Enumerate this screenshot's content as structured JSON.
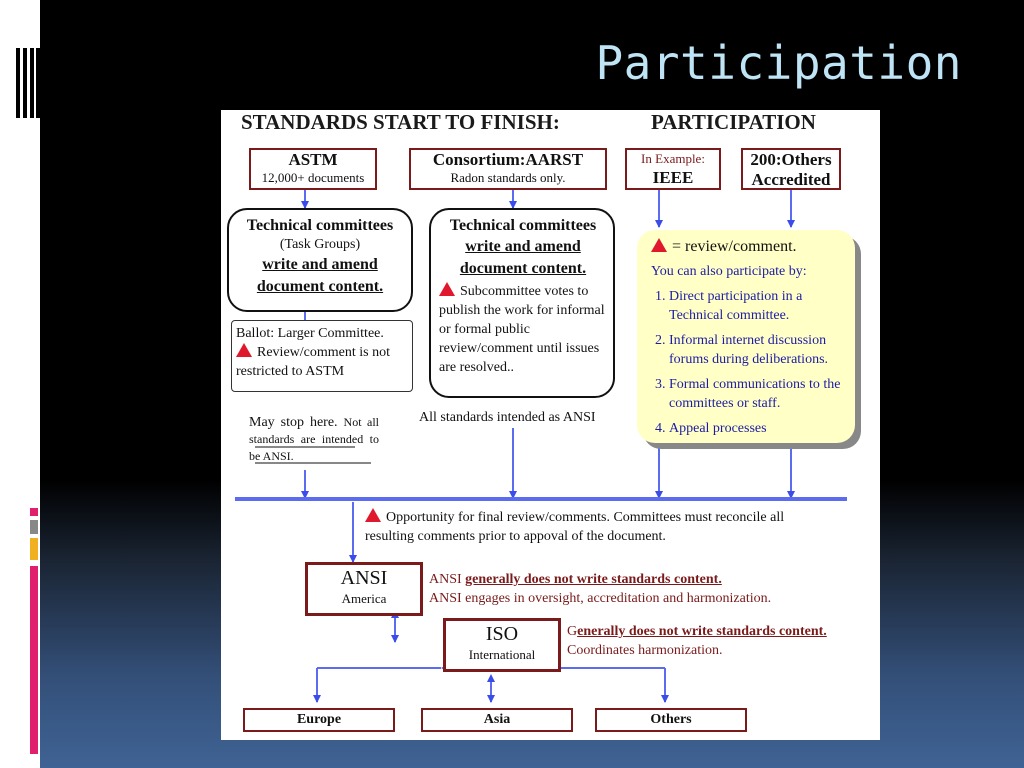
{
  "slide": {
    "title": "Participation"
  },
  "diagram": {
    "header_left": "STANDARDS START TO FINISH:",
    "header_right": "PARTICIPATION",
    "astm": {
      "title": "ASTM",
      "sub": "12,000+ documents"
    },
    "aarst": {
      "title": "Consortium:AARST",
      "sub": "Radon standards only."
    },
    "ieee": {
      "sub": "In Example:",
      "title": "IEEE"
    },
    "others200": {
      "line1": "200:Others",
      "line2": "Accredited"
    },
    "tech1": {
      "title": "Technical committees",
      "sub": "(Task Groups)",
      "u1": "write and amend",
      "u2": "document content."
    },
    "tech2": {
      "title": "Technical committees",
      "u1": "write and amend",
      "u2": "document content.",
      "note": "Subcommittee votes to publish the work for informal or formal public review/comment until issues are resolved.."
    },
    "ballot": {
      "line1": "Ballot: Larger Committee.",
      "line2": "Review/comment is not restricted to ASTM"
    },
    "stop": {
      "text1": "May stop here.",
      "text2": "Not all standards are intended to be ANSI."
    },
    "all_ansi": "All standards intended as ANSI",
    "review": {
      "legend": "= review/comment.",
      "lead": "You can also participate by:",
      "items": [
        "Direct participation in a Technical committee.",
        "Informal internet discussion forums during deliberations.",
        "Formal communications to the committees or staff.",
        "Appeal processes"
      ]
    },
    "opportunity": "Opportunity for final review/comments.  Committees must reconcile all resulting comments prior to appoval of the document.",
    "ansi": {
      "title": "ANSI",
      "sub": "America",
      "note_prefix": "ANSI ",
      "note_bold": "generally does not write standards content.",
      "note2": "ANSI engages in oversight, accreditation and harmonization."
    },
    "iso": {
      "title": "ISO",
      "sub": "International",
      "note_g": "G",
      "note_bold": "enerally does not write standards content.",
      "note2": "Coordinates harmonization."
    },
    "regions": [
      "Europe",
      "Asia",
      "Others"
    ]
  },
  "colors": {
    "arrow": "#5b6cf0",
    "box_border": "#7a1a1a",
    "triangle": "#e0182d",
    "note_bg": "#ffffc6",
    "note_text": "#1c1ca8"
  }
}
